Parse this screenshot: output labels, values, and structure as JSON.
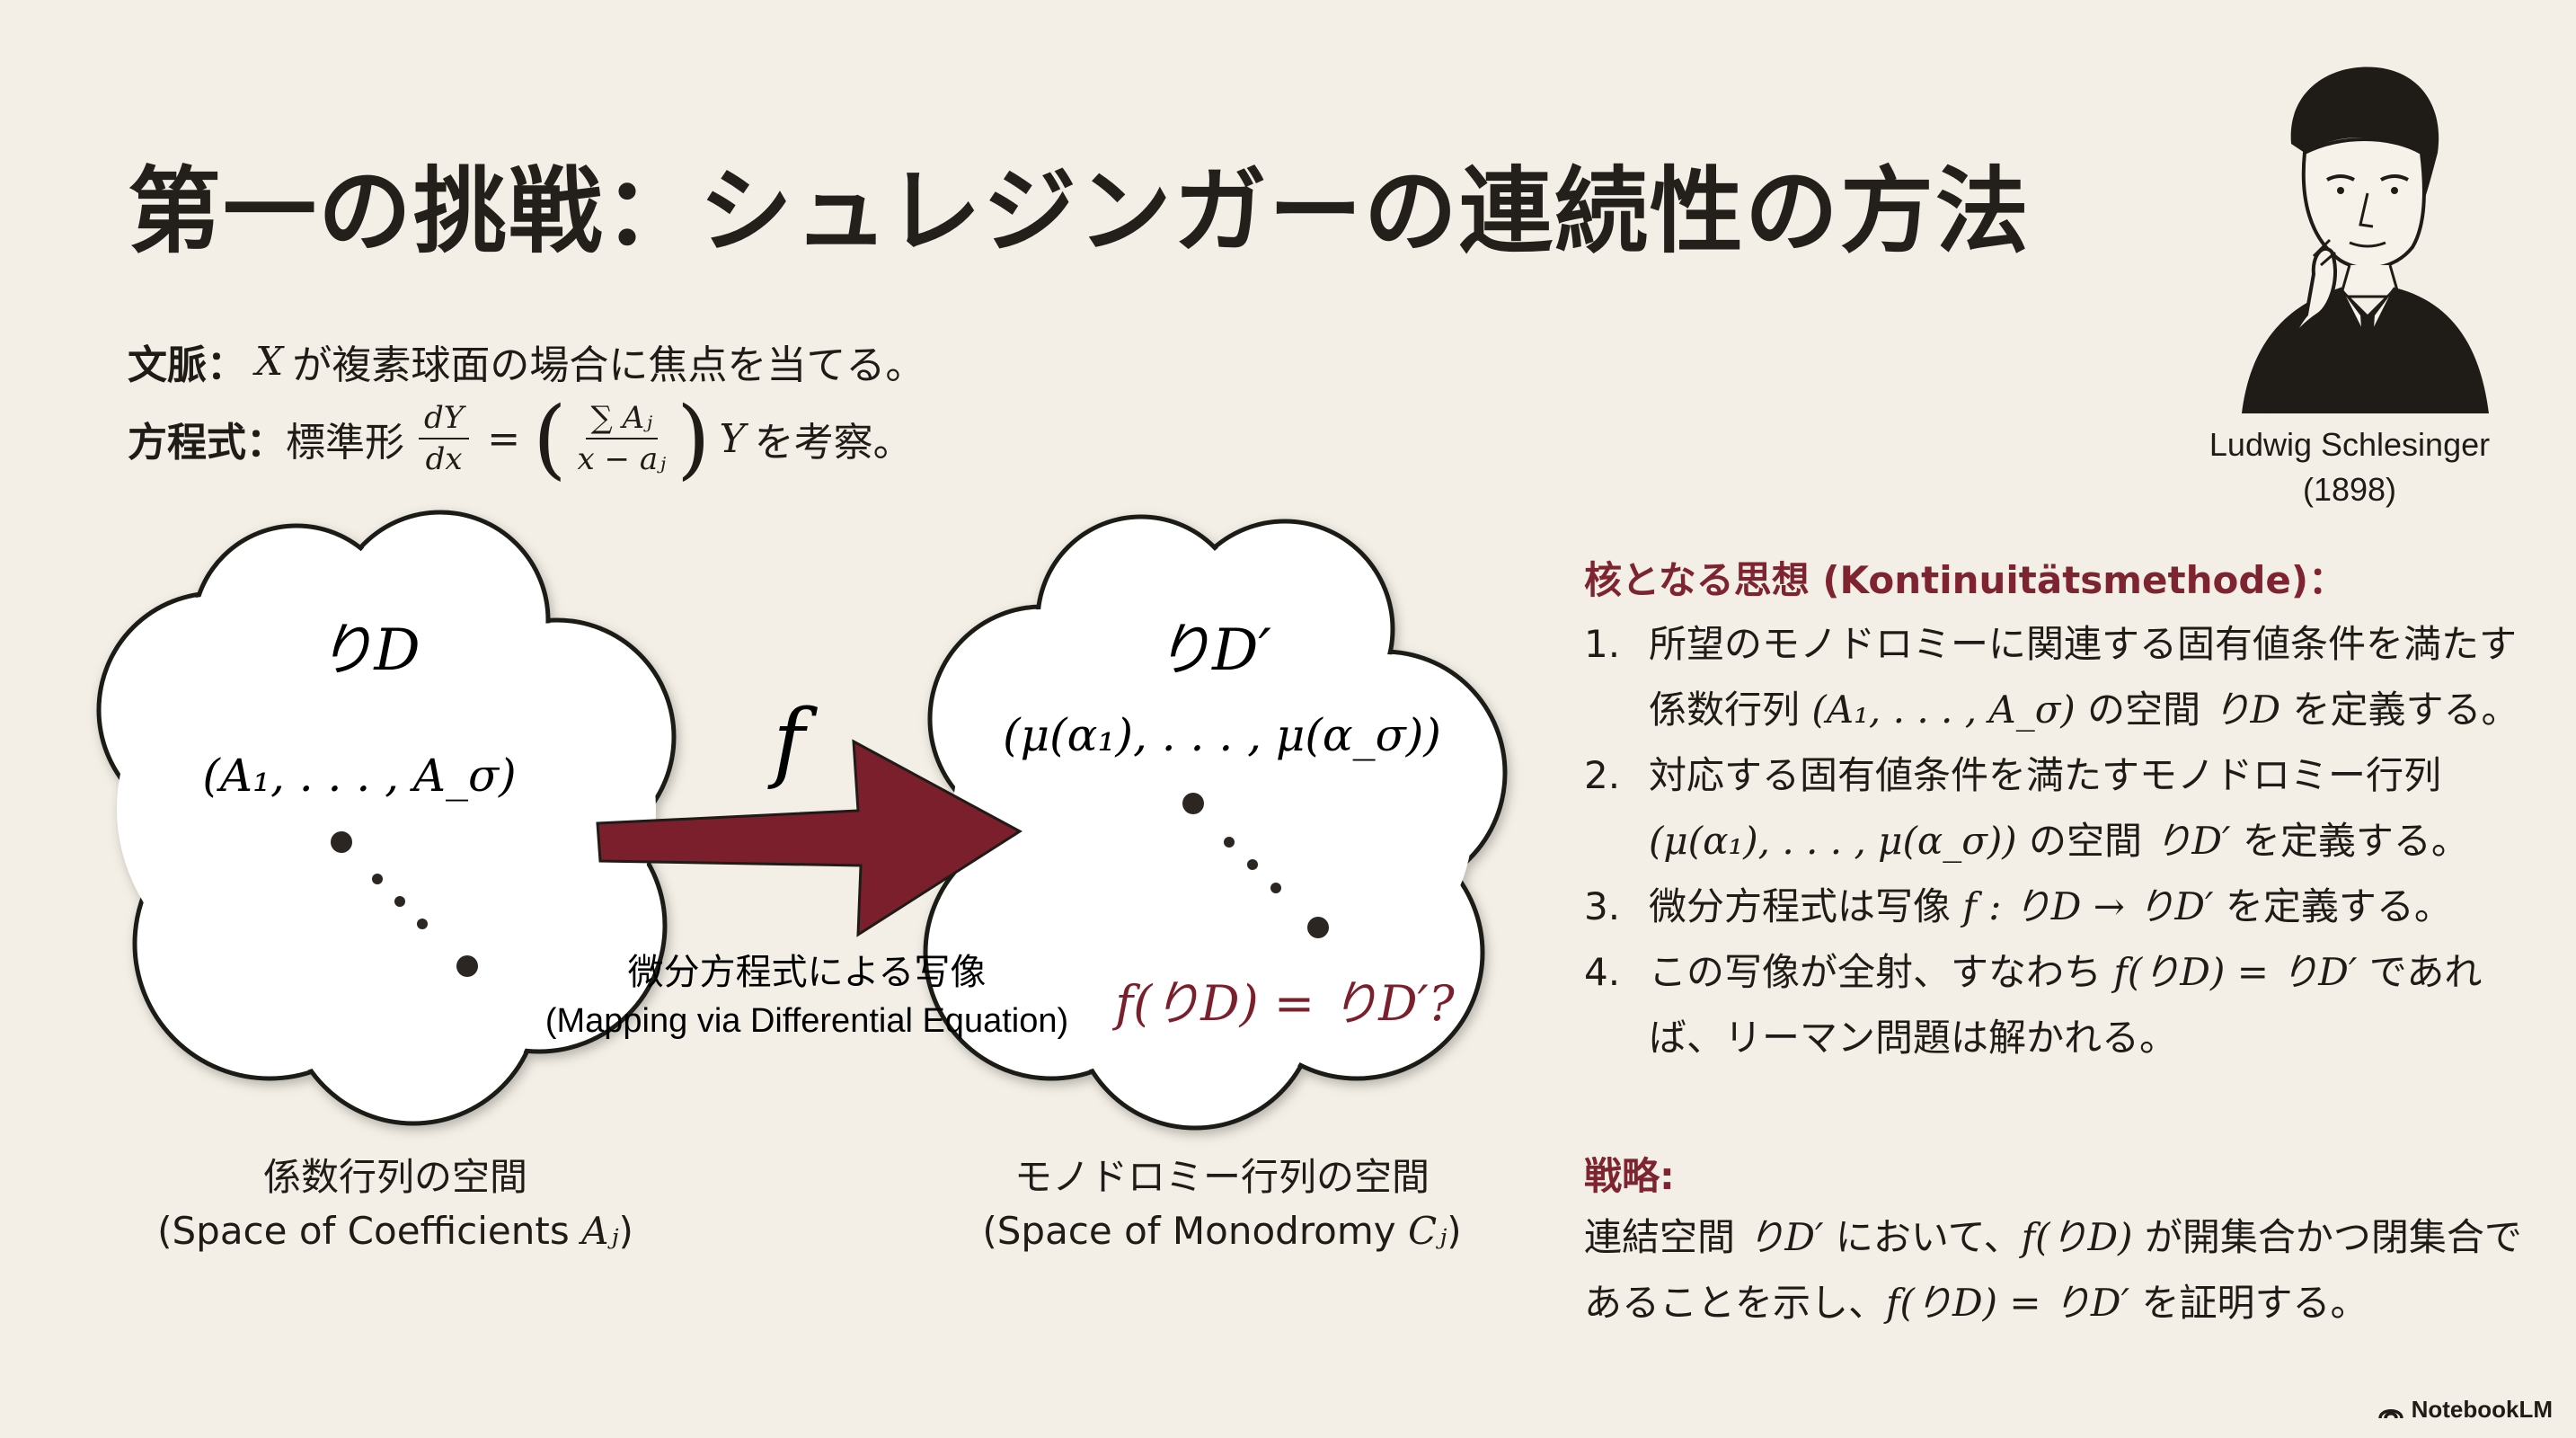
{
  "title": "第一の挑戦：シュレジンガーの連続性の方法",
  "context": {
    "label": "文脈：",
    "var": "X",
    "text": "が複素球面の場合に焦点を当てる。"
  },
  "equation": {
    "label": "方程式：",
    "prefix": "標準形",
    "lhs_num": "dY",
    "lhs_den": "dx",
    "eq": "=",
    "rhs_num": "∑ Aⱼ",
    "rhs_den": "x − aⱼ",
    "rhs_var": "Y",
    "suffix": "を考察。"
  },
  "diagram": {
    "left_cloud": {
      "label": "りD",
      "tuple": "(A₁, . . . , A_σ)"
    },
    "right_cloud": {
      "label": "りD′",
      "tuple": "(μ(α₁), . . . , μ(α_σ))",
      "question": "f(りD) = りD′?"
    },
    "map_symbol": "f",
    "arrow_label_jp": "微分方程式による写像",
    "arrow_label_en": "(Mapping via Differential Equation)",
    "left_caption_jp": "係数行列の空間",
    "left_caption_en": "(Space of Coefficients ",
    "left_caption_var": "Aⱼ",
    "right_caption_jp": "モノドロミー行列の空間",
    "right_caption_en": "(Space of Monodromy ",
    "right_caption_var": "Cⱼ",
    "close_paren": ")",
    "accent_color": "#7a1f2b"
  },
  "portrait": {
    "name": "Ludwig Schlesinger",
    "year": "(1898)"
  },
  "core": {
    "heading": "核となる思想 (Kontinuitätsmethode)：",
    "items": [
      {
        "n": "1.",
        "a": "所望のモノドロミーに関連する固有値条件を満たす係数行列 ",
        "m": "(A₁, . . . , A_σ)",
        "b": " の空間 ",
        "m2": "りD",
        "c": " を定義する。"
      },
      {
        "n": "2.",
        "a": "対応する固有値条件を満たすモノドロミー行列 ",
        "m": "(μ(α₁), . . . , μ(α_σ))",
        "b": " の空間 ",
        "m2": "りD′",
        "c": " を定義する。"
      },
      {
        "n": "3.",
        "a": "微分方程式は写像 ",
        "m": "f : りD → りD′",
        "b": " を定義する。",
        "m2": "",
        "c": ""
      },
      {
        "n": "4.",
        "a": "この写像が全射、すなわち ",
        "m": "f(りD) = りD′",
        "b": " であれば、リーマン問題は解かれる。",
        "m2": "",
        "c": ""
      }
    ]
  },
  "strategy": {
    "heading": "戦略:",
    "a": "連結空間 ",
    "m1": "りD′",
    "b": " において、",
    "m2": "f(りD)",
    "c": " が開集合かつ閉集合であることを示し、",
    "m3": "f(りD) = りD′",
    "d": " を証明する。"
  },
  "brand": "NotebookLM",
  "colors": {
    "background": "#f3efe6",
    "accent": "#7d2430",
    "arrow": "#7a1f2b"
  }
}
